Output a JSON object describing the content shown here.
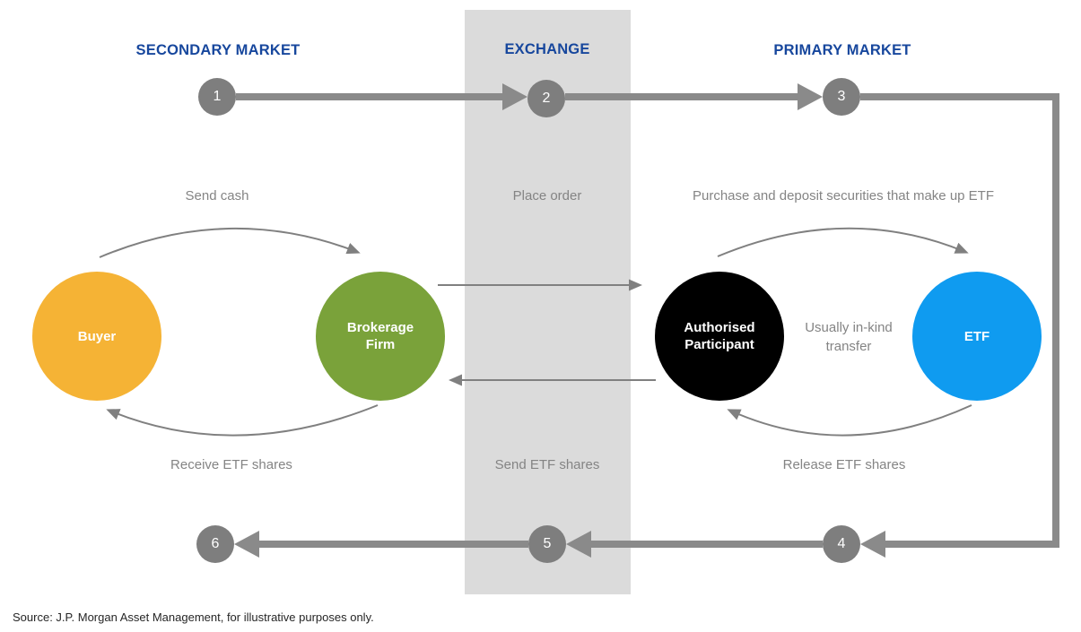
{
  "diagram": {
    "headers": {
      "secondary_market": "SECONDARY MARKET",
      "exchange": "EXCHANGE",
      "primary_market": "PRIMARY MARKET"
    },
    "steps": [
      "1",
      "2",
      "3",
      "4",
      "5",
      "6"
    ],
    "entities": {
      "buyer": {
        "label": "Buyer",
        "color": "#F5B335"
      },
      "brokerage_firm": {
        "label": "Brokerage\nFirm",
        "color": "#7AA23A"
      },
      "authorised_participant": {
        "label": "Authorised\nParticipant",
        "color": "#000000"
      },
      "etf": {
        "label": "ETF",
        "color": "#0F9BF0"
      }
    },
    "flow_labels": {
      "send_cash": "Send cash",
      "place_order": "Place order",
      "purchase_deposit": "Purchase and deposit securities that make up ETF",
      "usually_in_kind": "Usually in-kind\ntransfer",
      "receive_etf_shares": "Receive ETF shares",
      "send_etf_shares": "Send ETF shares",
      "release_etf_shares": "Release ETF shares"
    },
    "source": "Source: J.P. Morgan Asset Management, for illustrative purposes only.",
    "colors": {
      "header_text": "#17479D",
      "exchange_band": "#DBDBDB",
      "step_circle": "#7E7E7E",
      "thick_arrow": "#8A8A8A",
      "thin_arrow": "#808080",
      "label_text": "#848484"
    }
  }
}
